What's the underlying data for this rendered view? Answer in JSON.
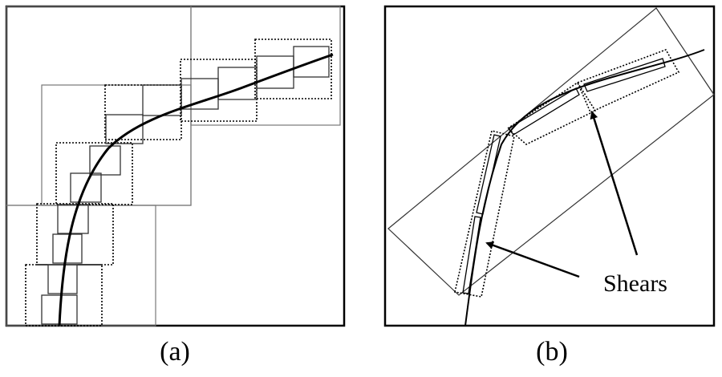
{
  "panels": {
    "a": {
      "caption": "(a)"
    },
    "b": {
      "caption": "(b)",
      "annotation": "Shears"
    }
  },
  "colors": {
    "ink": "#000000",
    "thin": "#666666",
    "background": "#ffffff"
  }
}
